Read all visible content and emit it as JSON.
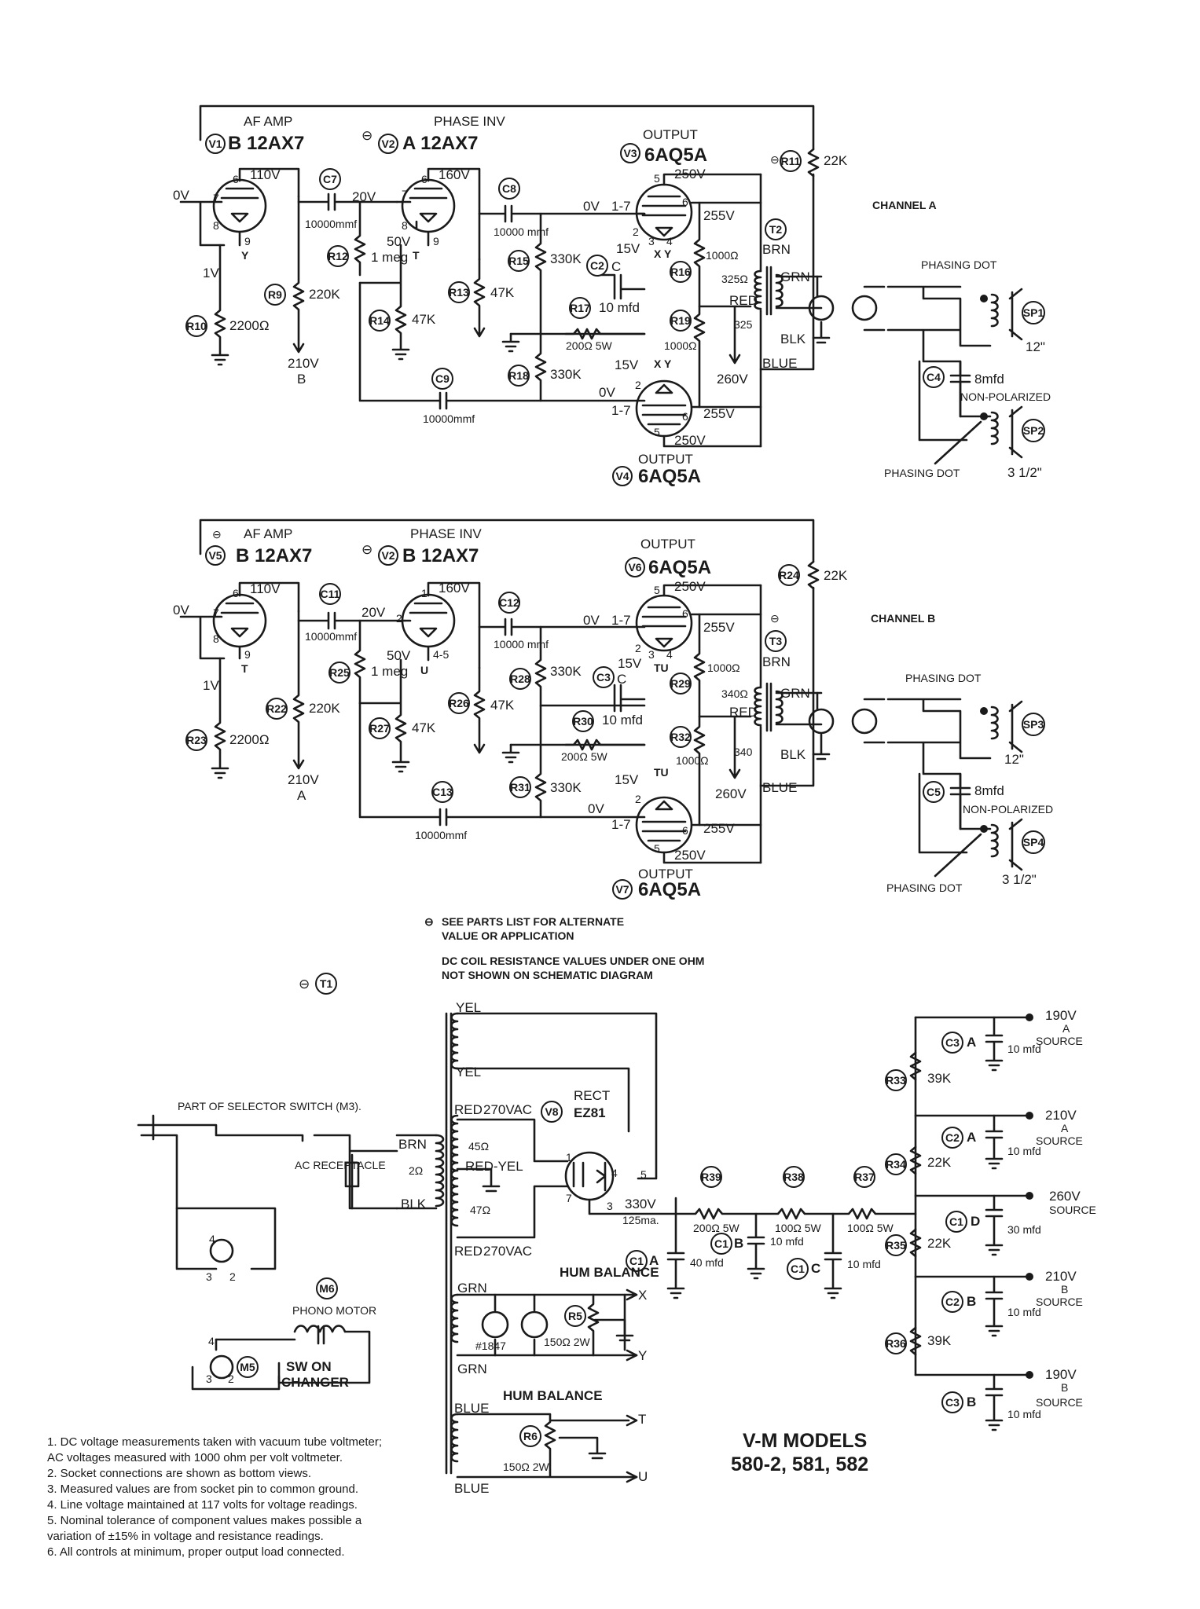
{
  "channel_a": {
    "label": "CHANNEL A",
    "v1": {
      "ref": "V1",
      "func": "AF AMP",
      "type": "B 12AX7"
    },
    "v2": {
      "ref": "V2",
      "func": "PHASE INV",
      "type": "A 12AX7"
    },
    "v3": {
      "ref": "V3",
      "func": "OUTPUT",
      "type": "6AQ5A"
    },
    "v4": {
      "ref": "V4",
      "func": "OUTPUT",
      "type": "6AQ5A"
    },
    "components": [
      {
        "ref": "R10",
        "value": "2200Ω"
      },
      {
        "ref": "R9",
        "value": "220K"
      },
      {
        "ref": "C7",
        "value": "10000mmf"
      },
      {
        "ref": "R12",
        "value": "1 meg"
      },
      {
        "ref": "R14",
        "value": "47K"
      },
      {
        "ref": "R13",
        "value": "47K"
      },
      {
        "ref": "C8",
        "value": "10000 mmf"
      },
      {
        "ref": "C9",
        "value": "10000mmf"
      },
      {
        "ref": "R15",
        "value": "330K"
      },
      {
        "ref": "R18",
        "value": "330K"
      },
      {
        "ref": "C2",
        "value": "C"
      },
      {
        "ref": "R17",
        "value": "10 mfd"
      },
      {
        "ref": "R16",
        "value": "1000Ω"
      },
      {
        "ref": "R19",
        "value": "1000Ω"
      },
      {
        "ref": "R11",
        "value": "22K"
      },
      {
        "ref": "T2",
        "value": "BRN"
      },
      {
        "ref": "C4",
        "value": "8mfd"
      },
      {
        "ref": "SP1",
        "value": "12\""
      },
      {
        "ref": "SP2",
        "value": "3 1/2\""
      }
    ],
    "voltages": [
      "0V",
      "110V",
      "1V",
      "20V",
      "160V",
      "50V",
      "210V",
      "B",
      "0V",
      "1-7",
      "250V",
      "255V",
      "15V",
      "325Ω",
      "325",
      "260V",
      "15V",
      "0V",
      "1-7",
      "255V",
      "250V"
    ],
    "misc": [
      "200Ω 5W",
      "GRN",
      "RED",
      "BLK",
      "BLUE",
      "PHASING DOT",
      "NON-POLARIZED",
      "PHASING DOT"
    ]
  },
  "channel_b": {
    "label": "CHANNEL B",
    "v5": {
      "ref": "V5",
      "func": "AF AMP",
      "type": "B 12AX7"
    },
    "v2": {
      "ref": "V2",
      "func": "PHASE INV",
      "type": "B 12AX7"
    },
    "v6": {
      "ref": "V6",
      "func": "OUTPUT",
      "type": "6AQ5A"
    },
    "v7": {
      "ref": "V7",
      "func": "OUTPUT",
      "type": "6AQ5A"
    },
    "components": [
      {
        "ref": "R23",
        "value": "2200Ω"
      },
      {
        "ref": "R22",
        "value": "220K"
      },
      {
        "ref": "C11",
        "value": "10000mmf"
      },
      {
        "ref": "R25",
        "value": "1 meg"
      },
      {
        "ref": "R27",
        "value": "47K"
      },
      {
        "ref": "R26",
        "value": "47K"
      },
      {
        "ref": "C12",
        "value": "10000 mmf"
      },
      {
        "ref": "C13",
        "value": "10000mmf"
      },
      {
        "ref": "R28",
        "value": "330K"
      },
      {
        "ref": "R31",
        "value": "330K"
      },
      {
        "ref": "C3",
        "value": "C"
      },
      {
        "ref": "R30",
        "value": "10 mfd"
      },
      {
        "ref": "R29",
        "value": "1000Ω"
      },
      {
        "ref": "R32",
        "value": "1000Ω"
      },
      {
        "ref": "R24",
        "value": "22K"
      },
      {
        "ref": "T3",
        "value": "BRN"
      },
      {
        "ref": "C5",
        "value": "8mfd"
      },
      {
        "ref": "SP3",
        "value": "12\""
      },
      {
        "ref": "SP4",
        "value": "3 1/2\""
      }
    ],
    "voltages": [
      "0V",
      "110V",
      "1V",
      "20V",
      "160V",
      "50V",
      "210V",
      "A",
      "0V",
      "1-7",
      "250V",
      "255V",
      "15V",
      "340Ω",
      "340",
      "260V",
      "15V",
      "0V",
      "1-7",
      "255V",
      "250V"
    ],
    "misc": [
      "200Ω 5W",
      "GRN",
      "RED",
      "BLK",
      "BLUE",
      "PHASING DOT",
      "NON-POLARIZED",
      "PHASING DOT"
    ]
  },
  "notes_top": {
    "line1": "SEE PARTS LIST FOR ALTERNATE",
    "line2": "VALUE OR APPLICATION",
    "line3": "DC COIL RESISTANCE VALUES UNDER ONE OHM",
    "line4": "NOT SHOWN ON SCHEMATIC DIAGRAM"
  },
  "power": {
    "t1": "T1",
    "selector": "PART OF SELECTOR SWITCH (M3).",
    "ac_receptacle": "AC RECEPTACLE",
    "windings": [
      "YEL",
      "YEL",
      "RED",
      "270VAC",
      "45Ω",
      "RED-YEL",
      "47Ω",
      "RED",
      "270VAC",
      "BRN",
      "2Ω",
      "BLK",
      "GRN",
      "GRN",
      "BLUE",
      "BLUE"
    ],
    "rect_ref": "V8",
    "rect_label": "RECT",
    "rect_type": "EZ81",
    "rect_out": "330V",
    "rect_current": "125ma.",
    "m6": "M6",
    "phono_motor": "PHONO MOTOR",
    "m5": "M5",
    "sw_on": "SW ON",
    "changer": "CHANGER",
    "hum1": {
      "title": "HUM BALANCE",
      "ref": "R5",
      "value": "150Ω 2W",
      "lamp": "#1847",
      "out1": "X",
      "out2": "Y"
    },
    "hum2": {
      "title": "HUM BALANCE",
      "ref": "R6",
      "value": "150Ω 2W",
      "out1": "T",
      "out2": "U"
    },
    "filter": [
      {
        "ref": "R39",
        "value": "200Ω 5W"
      },
      {
        "ref": "R38",
        "value": "100Ω 5W"
      },
      {
        "ref": "R37",
        "value": "100Ω 5W"
      },
      {
        "ref": "C1",
        "sec": "A",
        "value": "40 mfd"
      },
      {
        "ref": "C1",
        "sec": "B",
        "value": "10 mfd"
      },
      {
        "ref": "C1",
        "sec": "C",
        "value": "10 mfd"
      }
    ],
    "ladder": [
      {
        "volt": "190V",
        "sub": "A",
        "label": "SOURCE",
        "cap": "C3",
        "sec": "A",
        "cval": "10 mfd"
      },
      {
        "volt": "210V",
        "sub": "A",
        "label": "SOURCE",
        "cap": "C2",
        "sec": "A",
        "cval": "10 mfd"
      },
      {
        "volt": "260V",
        "sub": "",
        "label": "SOURCE",
        "cap": "C1",
        "sec": "D",
        "cval": "30 mfd"
      },
      {
        "volt": "210V",
        "sub": "B",
        "label": "SOURCE",
        "cap": "C2",
        "sec": "B",
        "cval": "10 mfd"
      },
      {
        "volt": "190V",
        "sub": "B",
        "label": "SOURCE",
        "cap": "C3",
        "sec": "B",
        "cval": "10 mfd"
      }
    ],
    "ladder_res": [
      {
        "ref": "R33",
        "value": "39K"
      },
      {
        "ref": "R34",
        "value": "22K"
      },
      {
        "ref": "R35",
        "value": "22K"
      },
      {
        "ref": "R36",
        "value": "39K"
      }
    ]
  },
  "title": {
    "line1": "V-M MODELS",
    "line2": "580-2, 581, 582"
  },
  "footnotes": [
    "1.  DC voltage measurements taken with vacuum tube voltmeter;",
    "     AC voltages measured with 1000 ohm per volt voltmeter.",
    "2.  Socket connections are shown as bottom views.",
    "3.  Measured values are from socket pin to common ground.",
    "4.  Line voltage maintained at 117 volts for voltage readings.",
    "5.  Nominal tolerance of component values makes possible a",
    "     variation of ±15% in voltage and resistance readings.",
    "6.  All controls at minimum, proper output load connected."
  ]
}
